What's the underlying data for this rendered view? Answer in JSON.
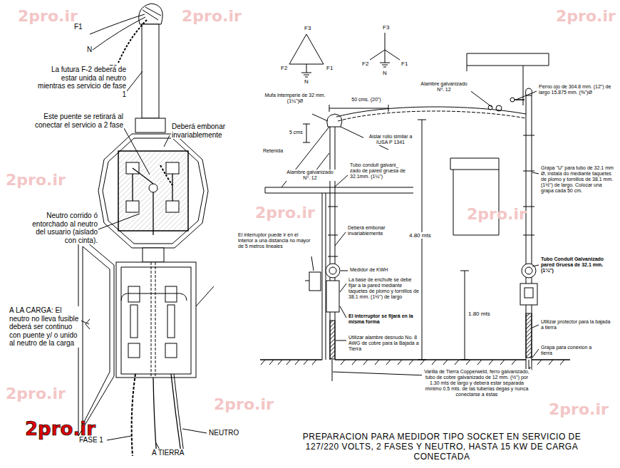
{
  "diagram": {
    "title": "PREPARACION PARA MEDIDOR TIPO SOCKET EN SERVICIO DE 127/220 VOLTS, 2 FASES Y NEUTRO, HASTA 15 KW DE CARGA CONECTADA",
    "labels": [
      "F1",
      "N",
      "F2",
      "La futura F-2 deberá de estar unida al neutro mientras es servicio de fase 1",
      "Este puente se retirará al conectar el servicio a 2 fase",
      "Deberá embonar invariablemente",
      "Neutro corrido ó entorchado al neutro del usuario (aislado con cinta).",
      "A LA CARGA: El neutro no lleva fusible deberá ser continuo con puente y/ o unido al neutro de la carga",
      "FASE 1",
      "NEUTRO",
      "A TIERRA",
      "F3",
      "F2",
      "F1",
      "N",
      "F3",
      "F2",
      "F1",
      "N",
      "Alambre galvanizado Nº. 12",
      "Perno ojo de 304.8 mm. (12\") de largo 15.875 mm. (⅝\")Ø",
      "Mufa intemperie de 32 mm. (1¼\")Ø",
      "50 cms. (20\")",
      "5 cms",
      "Aislar rollo similar a IUSA P 1341",
      "Retenida",
      "Alambre galvanizado Nº. 12",
      "Tubo conduit galvani_ zado de pared gruesa de 32.1mm. (1¼\")",
      "Grapa \"U\" para tubo de 32.1 mm Ø, instala do mediante taquetes de plomo y tornillos de 38.1 mm. (1½\") de largo. Colocar una grapa cada 50 cm.",
      "Deberá embonar invariablemente",
      "El interruptor puede ir en el interior a una distancia no mayor de 5 metros lineales",
      "4.80 mts",
      "Medidor de KWH",
      "Tubo Conduit Galvanizado pared Gruesa de 32.1 mm. (1¼\")",
      "La base de enchufe se debe fijar a la pared mediante taquetes de plomo y tornillos de 38.1 mm. (1½\") de largo",
      "El interruptor se fijará en la misma forma",
      "1.80 mts",
      "Utilizar protector para la bajada a tierra",
      "Utilizar alambre desnudo No. 8 AWG de cobre para la Bajada a Tierra",
      "Grapa para conexion a tierra",
      "Varilla de Tierra Copperweld, ferro galvanizado, tubo de cobre galvanizado de 12 mm. (½\") por 1.30 mts de largo y deberá estar separada mínimo 0.5 mts. de las tuberias degas y nunca conectarse a éstas",
      "2pro.ir",
      "2pro.ir",
      "2pro.ir",
      "2pro.ir",
      "2pro.ir",
      "2pro.ir",
      "2pro.ir",
      "2pro.ir",
      "2pro.ir",
      "2pro.ir"
    ]
  }
}
